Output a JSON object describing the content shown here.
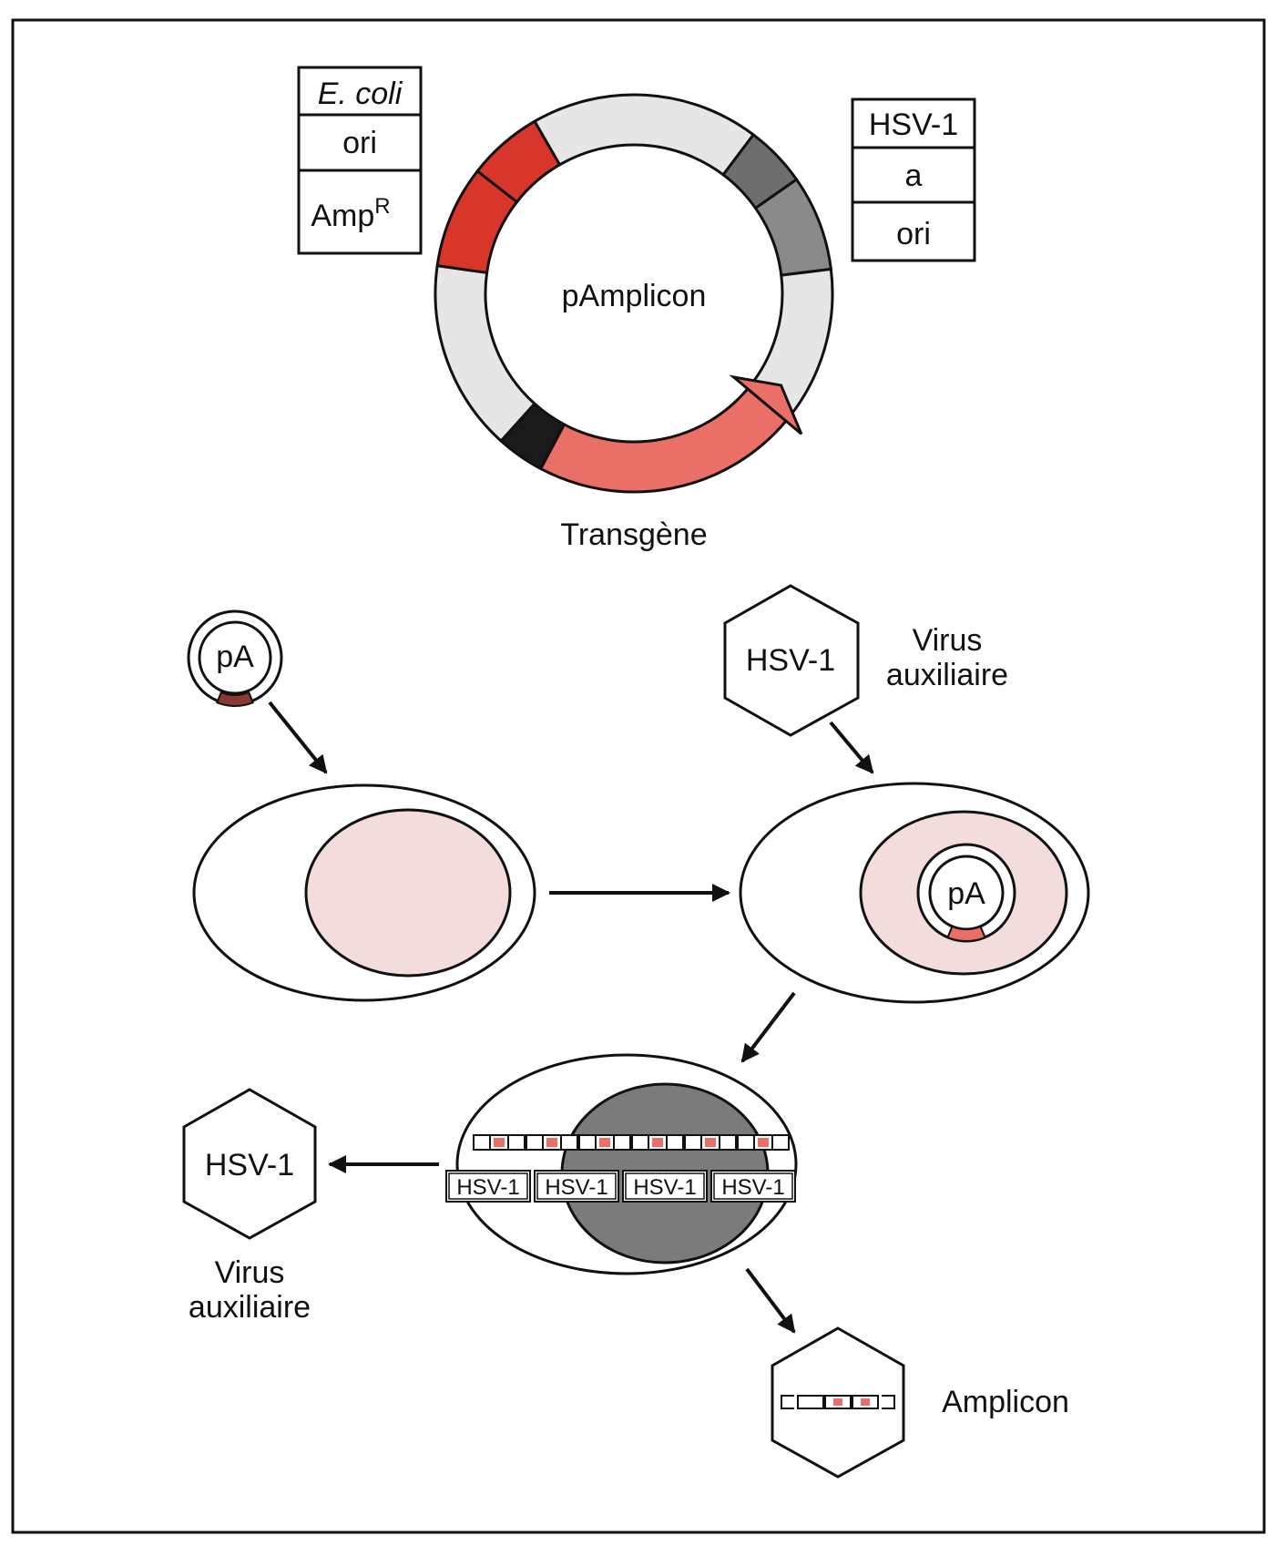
{
  "colors": {
    "red": "#d9362b",
    "salmon": "#ea6f66",
    "light_gray": "#e6e6e6",
    "mid_gray": "#8a8a8a",
    "dark_gray": "#6e6e6e",
    "black": "#1a1a1a",
    "nucleus_pink": "#f3dcdc",
    "nucleus_dark": "#7b7b7b"
  },
  "plasmid": {
    "name": "pAmplicon",
    "transgene_label": "Transgène",
    "ecoli_box": {
      "title": "E. coli",
      "rows": [
        "ori",
        "Amp"
      ],
      "amp_superscript": "R"
    },
    "hsv_box": {
      "title": "HSV-1",
      "rows": [
        "a",
        "ori"
      ]
    }
  },
  "process": {
    "small_plasmid_label": "pA",
    "helper_virus_label": "HSV-1",
    "helper_caption": [
      "Virus",
      "auxiliaire"
    ],
    "nucleus_plasmid_label": "pA",
    "genome_labels": [
      "HSV-1",
      "HSV-1",
      "HSV-1",
      "HSV-1"
    ],
    "released_virus_label": "HSV-1",
    "released_caption": [
      "Virus",
      "auxiliaire"
    ],
    "amplicon_label": "Amplicon"
  }
}
